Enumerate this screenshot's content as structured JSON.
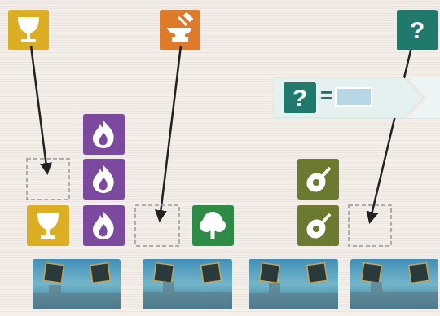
{
  "diagram": {
    "nodes": [
      {
        "text": [
          "?"
        ]
      },
      {
        "text": [
          "="
        ]
      },
      {
        "text": [
          "?"
        ],
        "in": 1
      }
    ]
  }
}
